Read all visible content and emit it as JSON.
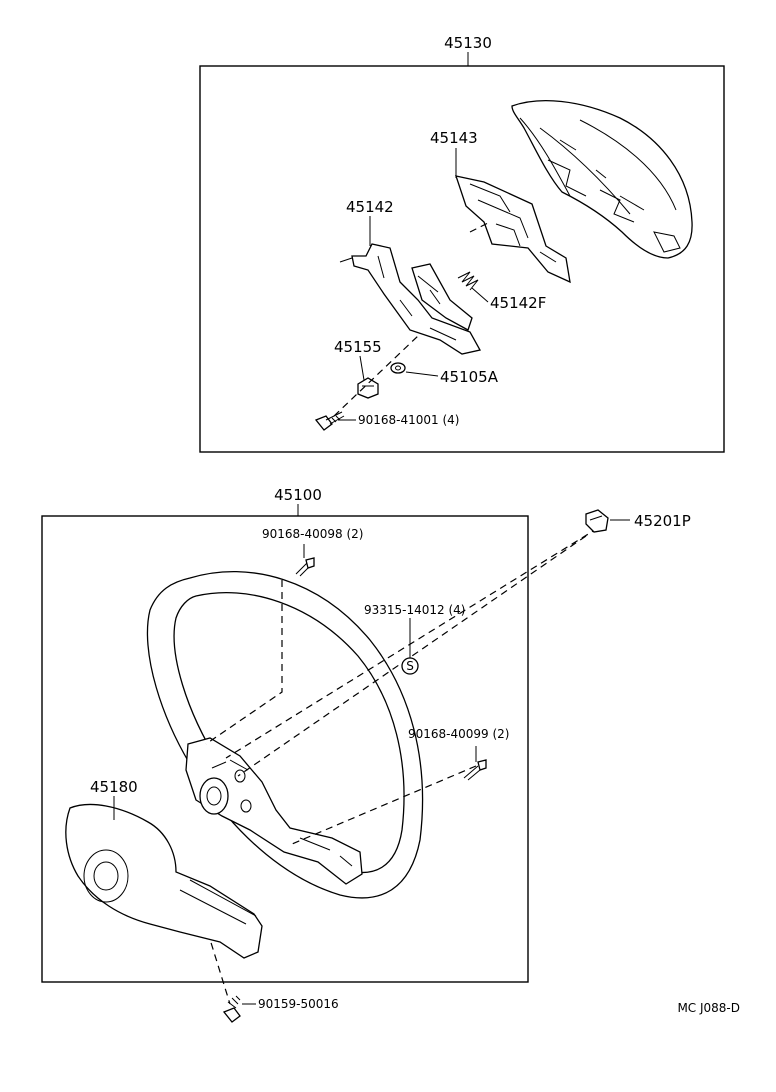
{
  "diagram": {
    "upper_assembly_number": "45130",
    "lower_assembly_number": "45100",
    "footer_code": "MC  J088-D"
  },
  "parts": {
    "p45143": "45143",
    "p45142": "45142",
    "p45142F": "45142F",
    "p45155": "45155",
    "p45105A": "45105A",
    "p90168_41001": "90168-41001 (4)",
    "p90168_40098": "90168-40098 (2)",
    "p45201P": "45201P",
    "p93315_14012": "93315-14012 (4)",
    "p90168_40099": "90168-40099 (2)",
    "p45180": "45180",
    "p90159_50016": "90159-50016"
  }
}
